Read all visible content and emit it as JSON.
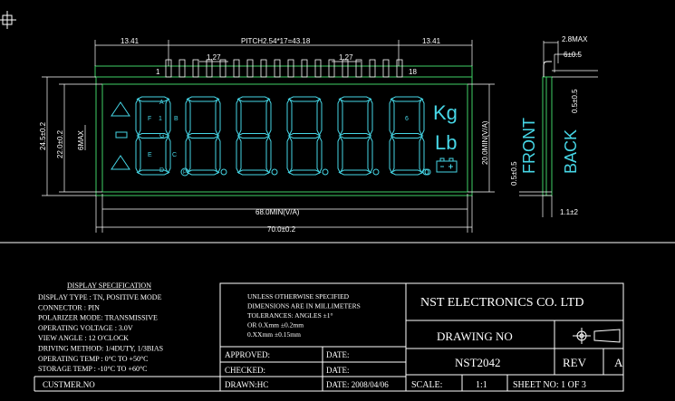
{
  "colors": {
    "background": "#000000",
    "outline": "#3fcf66",
    "label": "#46d6e6",
    "text": "#ffffff",
    "frame": "#ffffff"
  },
  "drawing": {
    "dims": {
      "left_margin": "13.41",
      "pitch": "PITCH2.54*17=43.18",
      "right_margin": "13.41",
      "pin_width_left": "1.27",
      "pin_width_right": "1.27",
      "pin_first": "1",
      "pin_last": "18",
      "height_outer": "24.5±0.2",
      "height_inner": "22.0±0.2",
      "height_va": "6MAX",
      "va_height_right": "20.0MIN(V/A)",
      "va_width": "68.0MIN(V/A)",
      "total_width": "70.0±0.2",
      "side_thickness": "2.8MAX",
      "side_pin": "6±0.5",
      "side_offset": "0.5±0.5",
      "side_offset2": "0.5±0.5",
      "side_bottom": "1.1±2"
    },
    "segment_labels": {
      "a": "A",
      "f": "F",
      "one": "1",
      "b": "B",
      "g": "G",
      "e": "E",
      "c": "C",
      "d": "D",
      "p": "P",
      "six": "6"
    },
    "units": {
      "kg": "Kg",
      "lb": "Lb"
    },
    "side_labels": {
      "front": "FRONT",
      "back": "BACK"
    }
  },
  "spec": {
    "title": "DISPLAY     SPECIFICATION",
    "rows": [
      "DISPLAY TYPE : TN, POSITIVE  MODE",
      "CONNECTOR :              PIN",
      "POLARIZER MODE:      TRANSMISSIVE",
      "OPERATING VOLTAGE :      3.0V",
      "VIEW   ANGLE :         12  O'CLOCK",
      "DRIVING METHOD:  1/4DUTY, 1/3BIAS",
      "OPERATING TEMP :    0°C   TO  +50°C",
      "STORAGE TEMP :     -10°C   TO   +60°C"
    ],
    "customer_label": "CUSTMER.NO"
  },
  "notes": {
    "lines": [
      "UNLESS OTHERWISE SPECIFIED",
      "DIMENSIONS ARE IN   MILLIMETERS",
      "TOLERANCES: ANGLES ±1°",
      "OR        0.Xmm  ±0.2mm",
      "             0.XXmm  ±0.15mm"
    ]
  },
  "approvals": {
    "approved": "APPROVED:",
    "checked": "CHECKED:",
    "drawn": "DRAWN:HC",
    "date": "DATE:",
    "date2": "DATE:",
    "date3": "DATE:  2008/04/06"
  },
  "title_block": {
    "company": "NST ELECTRONICS CO. LTD",
    "drawing_no_label": "DRAWING    NO",
    "drawing_no": "NST2042",
    "rev_label": "REV",
    "rev": "A",
    "scale_label": "SCALE:",
    "scale": "1:1",
    "sheet": "SHEET  NO:  1  OF  3"
  }
}
